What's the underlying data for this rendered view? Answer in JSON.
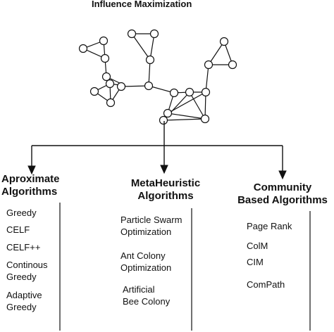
{
  "title": "Influence Maximization",
  "categories": [
    {
      "heading": [
        "Aproximate",
        "Algorithms"
      ],
      "items": [
        [
          "Greedy"
        ],
        [
          "CELF"
        ],
        [
          "CELF++"
        ],
        [
          "Continous",
          "Greedy"
        ],
        [
          "Adaptive",
          "Greedy"
        ]
      ]
    },
    {
      "heading": [
        "MetaHeuristic",
        "Algorithms"
      ],
      "items": [
        [
          "Particle Swarm",
          "Optimization"
        ],
        [
          "Ant Colony",
          "Optimization"
        ],
        [
          "Artificial",
          "Bee Colony"
        ]
      ]
    },
    {
      "heading": [
        "Community",
        "Based Algorithms"
      ],
      "items": [
        [
          "Page Rank"
        ],
        [
          "ColM"
        ],
        [
          "CIM"
        ],
        [
          "ComPath"
        ]
      ]
    }
  ]
}
